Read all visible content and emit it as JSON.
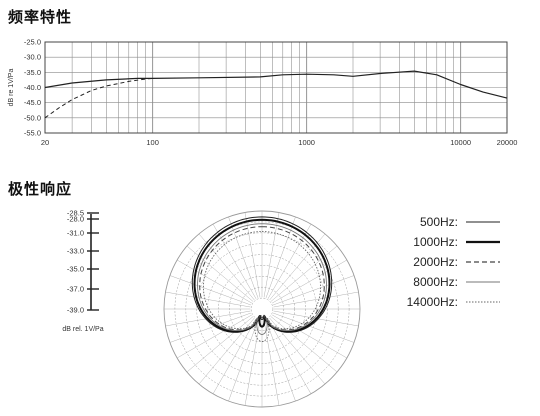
{
  "titles": {
    "frequency_response": "频率特性",
    "polar_pattern": "极性响应"
  },
  "chart_data": [
    {
      "type": "line",
      "title": "频率特性",
      "xscale": "log",
      "xlim": [
        20,
        20000
      ],
      "ylim": [
        -55,
        -25
      ],
      "ylabel": "dB re 1V/Pa",
      "xticks": [
        20,
        100,
        1000,
        10000,
        20000
      ],
      "yticks": [
        -25.0,
        -30.0,
        -35.0,
        -40.0,
        -45.0,
        -50.0,
        -55.0
      ],
      "grid": true,
      "series": [
        {
          "style": "solid",
          "x": [
            20,
            30,
            50,
            80,
            100,
            200,
            500,
            700,
            1000,
            1500,
            2000,
            3000,
            5000,
            7000,
            10000,
            14000,
            20000
          ],
          "y": [
            -40.0,
            -38.5,
            -37.5,
            -37.0,
            -37.0,
            -36.8,
            -36.5,
            -35.8,
            -35.6,
            -35.8,
            -36.3,
            -35.4,
            -34.6,
            -35.8,
            -39.0,
            -41.5,
            -43.5
          ]
        },
        {
          "style": "dashed",
          "x": [
            20,
            25,
            30,
            40,
            50,
            70,
            90,
            100
          ],
          "y": [
            -50.0,
            -46.5,
            -44.0,
            -41.0,
            -39.5,
            -38.0,
            -37.2,
            -37.0
          ]
        }
      ]
    },
    {
      "type": "polar",
      "title": "极性响应",
      "rlim": [
        -39.0,
        -28.5
      ],
      "rlabel": "dB rel. 1V/Pa",
      "rticks": [
        "-28.5",
        "-28.0",
        "-31.0",
        "-33.0",
        "-35.0",
        "-37.0",
        "-39.0"
      ],
      "grid": true,
      "legend_position": "right",
      "series": [
        {
          "name": "500Hz:",
          "style": "solid",
          "front": 0.93,
          "rear": 0.1,
          "null_deg": 155,
          "lobe": 0.04
        },
        {
          "name": "1000Hz:",
          "style": "thick",
          "front": 0.9,
          "rear": 0.15,
          "null_deg": 158,
          "lobe": 0.15
        },
        {
          "name": "2000Hz:",
          "style": "dashed",
          "front": 0.83,
          "rear": 0.08,
          "null_deg": 160,
          "lobe": 0.05
        },
        {
          "name": "8000Hz:",
          "style": "solid-light",
          "front": 0.86,
          "rear": 0.22,
          "null_deg": 150,
          "lobe": 0.2
        },
        {
          "name": "14000Hz:",
          "style": "dotted",
          "front": 0.78,
          "rear": 0.28,
          "null_deg": 148,
          "lobe": 0.26
        }
      ]
    }
  ]
}
